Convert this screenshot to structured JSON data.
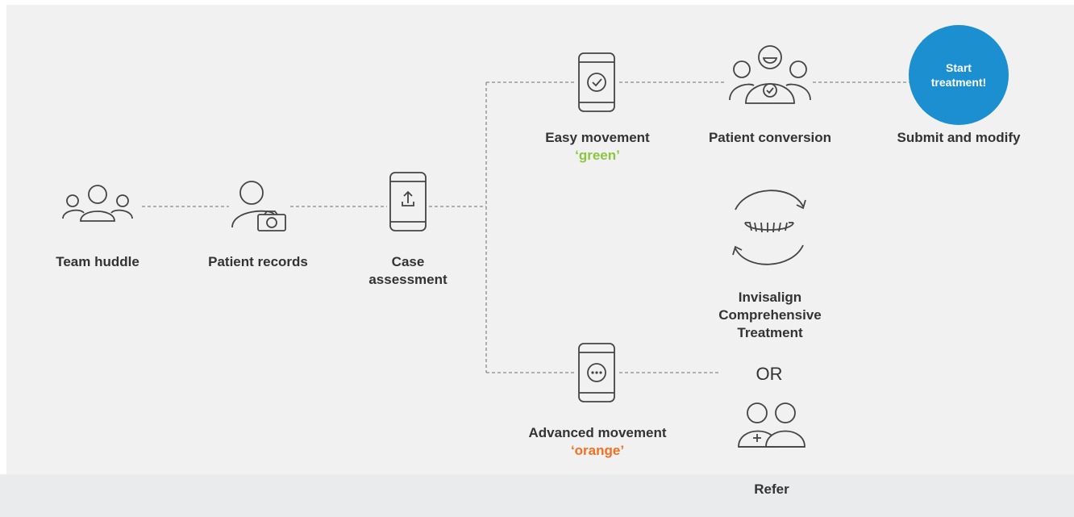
{
  "steps": {
    "team_huddle": "Team huddle",
    "patient_records": "Patient records",
    "case_assessment_line1": "Case",
    "case_assessment_line2": "assessment",
    "easy_movement": "Easy movement",
    "easy_movement_tag": "‘green’",
    "patient_conversion": "Patient conversion",
    "submit_and_modify": "Submit and modify",
    "start_line1": "Start",
    "start_line2": "treatment!",
    "invisalign_line1": "Invisalign",
    "invisalign_line2": "Comprehensive",
    "invisalign_line3": "Treatment",
    "or": "OR",
    "advanced_movement": "Advanced movement",
    "advanced_movement_tag": "‘orange’",
    "refer": "Refer"
  },
  "icons": {
    "team_huddle": "group-icon",
    "patient_records": "patient-camera-icon",
    "case_assessment": "phone-upload-icon",
    "easy_movement": "phone-check-icon",
    "patient_conversion": "happy-group-check-icon",
    "invisalign": "aligner-cycle-icon",
    "advanced_movement": "phone-ellipsis-icon",
    "refer": "doctor-pair-icon"
  },
  "colors": {
    "green": "#8cc63e",
    "orange": "#f26f21",
    "blue": "#1b8fd0",
    "text": "#333333",
    "line": "#8a8a8a"
  }
}
